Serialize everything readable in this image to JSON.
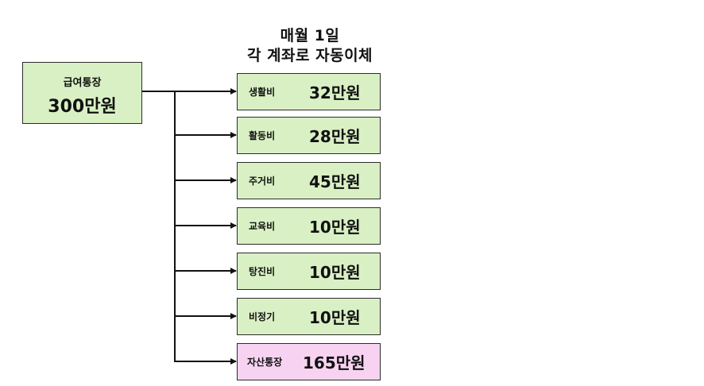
{
  "heading": {
    "line1": "매월 1일",
    "line2": "각 계좌로 자동이체"
  },
  "source": {
    "name": "급여통장",
    "amount": "300만원"
  },
  "accounts": [
    {
      "name": "생활비",
      "amount": "32만원"
    },
    {
      "name": "활동비",
      "amount": "28만원"
    },
    {
      "name": "주거비",
      "amount": "45만원"
    },
    {
      "name": "교육비",
      "amount": "10만원"
    },
    {
      "name": "탕진비",
      "amount": "10만원"
    },
    {
      "name": "비정기",
      "amount": "10만원"
    },
    {
      "name": "자산통장",
      "amount": "165만원"
    }
  ],
  "colors": {
    "source_fill": "#d9f0c4",
    "target_fill": "#d9f0c4",
    "asset_fill": "#f7d3f1",
    "line": "#111111"
  }
}
